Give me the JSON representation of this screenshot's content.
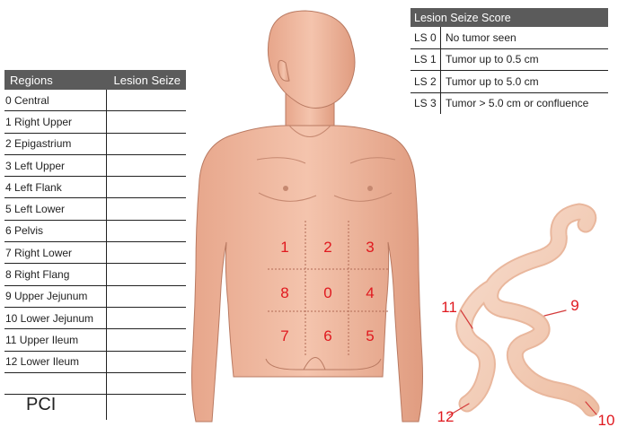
{
  "regions_table": {
    "header_regions": "Regions",
    "header_lesion": "Lesion Seize",
    "rows": [
      "0 Central",
      "1 Right Upper",
      "2 Epigastrium",
      "3 Left Upper",
      "4 Left Flank",
      "5 Left Lower",
      "6 Pelvis",
      "7 Right Lower",
      "8 Right Flang",
      "9 Upper Jejunum",
      "10 Lower Jejunum",
      "11 Upper Ileum",
      "12 Lower Ileum"
    ],
    "pci_label": "PCI"
  },
  "score_table": {
    "header": "Lesion Seize Score",
    "rows": [
      {
        "code": "LS 0",
        "desc": "No tumor seen"
      },
      {
        "code": "LS 1",
        "desc": "Tumor up to 0.5 cm"
      },
      {
        "code": "LS 2",
        "desc": "Tumor up to 5.0 cm"
      },
      {
        "code": "LS 3",
        "desc": "Tumor > 5.0 cm or confluence"
      }
    ]
  },
  "abdomen_regions": [
    "1",
    "2",
    "3",
    "8",
    "0",
    "4",
    "7",
    "6",
    "5"
  ],
  "bowel_labels": [
    "9",
    "10",
    "11",
    "12"
  ],
  "colors": {
    "region_number": "#e0191f",
    "header_bg": "#5b5b5b",
    "skin": "#f0b9a0"
  }
}
